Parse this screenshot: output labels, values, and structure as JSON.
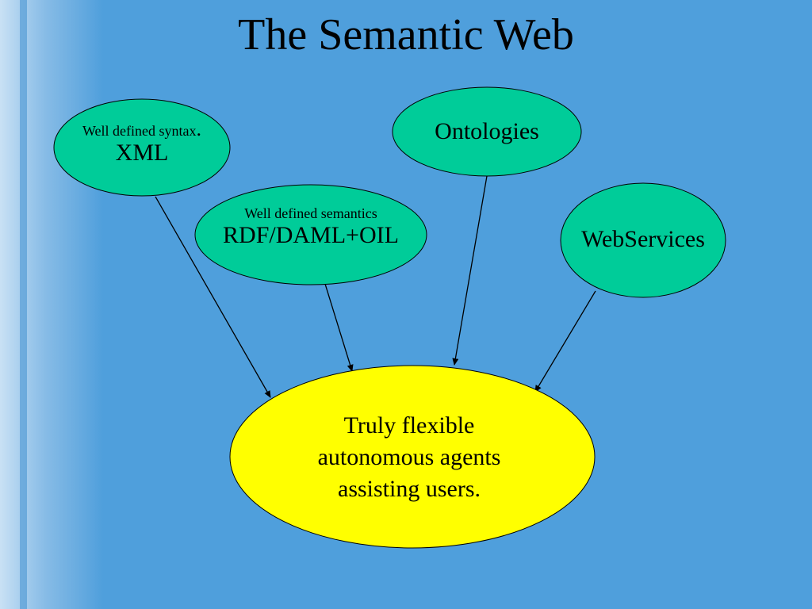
{
  "slide": {
    "title": "The Semantic Web"
  },
  "nodes": {
    "syntax": {
      "line1": "Well defined syntax",
      "dot": ".",
      "line2": "XML"
    },
    "semantics": {
      "line1": "Well defined semantics",
      "line2": "RDF/DAML+OIL"
    },
    "ontologies": {
      "label": "Ontologies"
    },
    "webservices": {
      "label": "WebServices"
    },
    "agents": {
      "line1": "Truly flexible",
      "line2": "autonomous agents",
      "line3": "assisting users."
    }
  },
  "colors": {
    "background": "#4f9fdc",
    "node_fill": "#00cc99",
    "center_fill": "#ffff00",
    "edge": "#000000"
  }
}
